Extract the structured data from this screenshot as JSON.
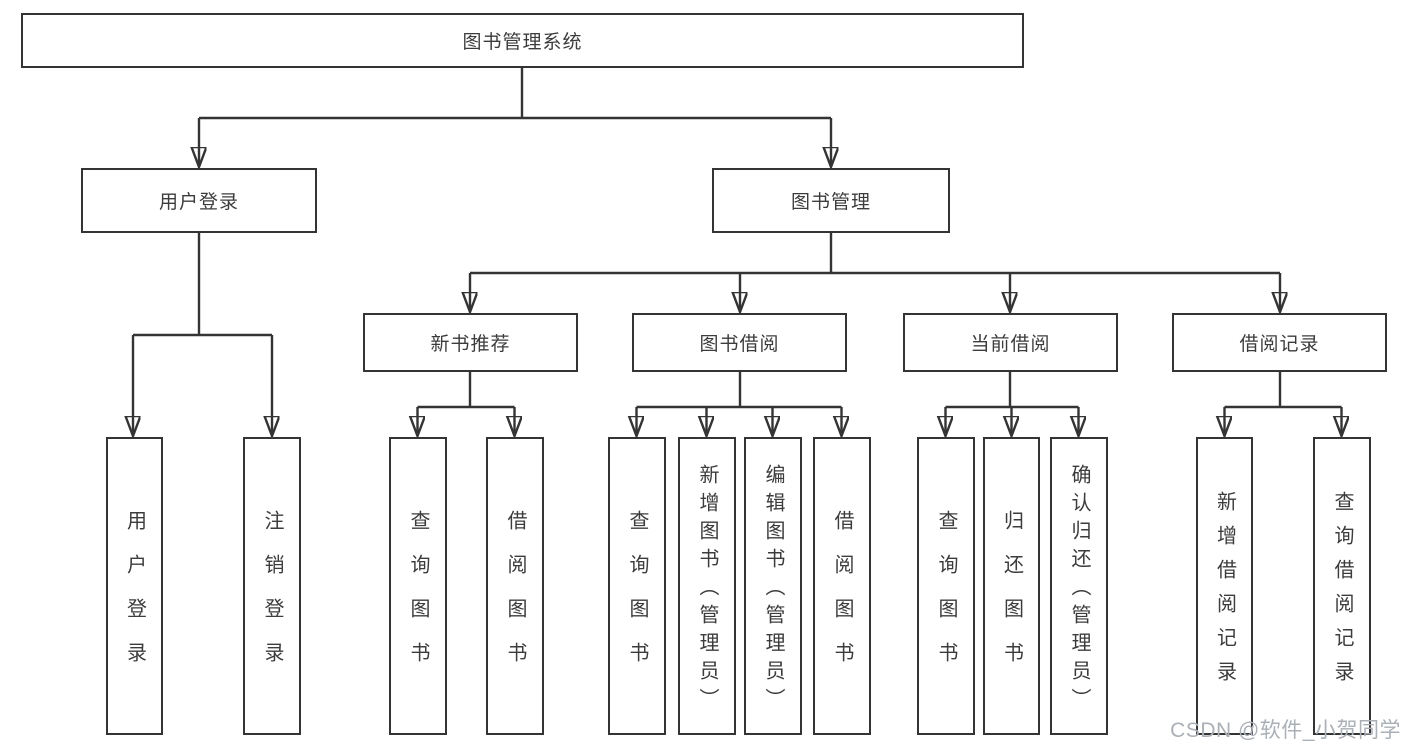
{
  "colors": {
    "background": "#ffffff",
    "box_border": "#343434",
    "connector_line": "#343434",
    "text": "#3c3c3c",
    "watermark": "#aab0b6"
  },
  "watermark": "CSDN @软件_小贺同学",
  "tree": {
    "root": "图书管理系统",
    "branches": [
      {
        "label": "用户登录",
        "children": [
          "用户登录",
          "注销登录"
        ]
      },
      {
        "label": "图书管理",
        "groups": [
          {
            "label": "新书推荐",
            "children": [
              "查询图书",
              "借阅图书"
            ]
          },
          {
            "label": "图书借阅",
            "children": [
              "查询图书",
              "新增图书（管理员）",
              "编辑图书（管理员）",
              "借阅图书"
            ]
          },
          {
            "label": "当前借阅",
            "children": [
              "查询图书",
              "归还图书",
              "确认归还（管理员）"
            ]
          },
          {
            "label": "借阅记录",
            "children": [
              "新增借阅记录",
              "查询借阅记录"
            ]
          }
        ]
      }
    ]
  }
}
